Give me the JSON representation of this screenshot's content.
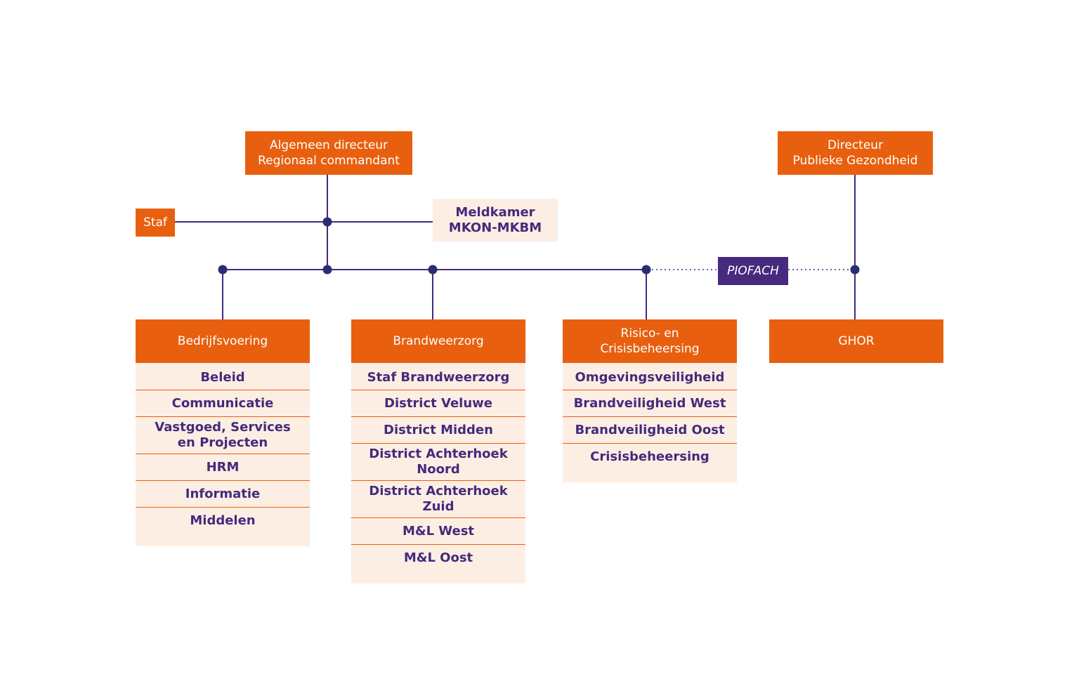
{
  "nodes": {
    "algemeen_directeur": [
      "Algemeen directeur",
      "Regionaal commandant"
    ],
    "directeur_pg": [
      "Directeur",
      "Publieke Gezondheid"
    ],
    "staf": "Staf",
    "meldkamer": [
      "Meldkamer",
      "MKON-MKBM"
    ],
    "piofach": "PIOFACH"
  },
  "departments": [
    {
      "title": [
        "Bedrijfsvoering"
      ],
      "items": [
        "Beleid",
        "Communicatie",
        "Vastgoed, Services\nen Projecten",
        "HRM",
        "Informatie",
        "Middelen"
      ]
    },
    {
      "title": [
        "Brandweerzorg"
      ],
      "items": [
        "Staf Brandweerzorg",
        "District Veluwe",
        "District Midden",
        "District Achterhoek Noord",
        "District Achterhoek Zuid",
        "M&L West",
        "M&L Oost"
      ]
    },
    {
      "title": [
        "Risico- en",
        "Crisisbeheersing"
      ],
      "items": [
        "Omgevingsveiligheid",
        "Brandveiligheid West",
        "Brandveiligheid Oost",
        "Crisisbeheersing"
      ]
    },
    {
      "title": [
        "GHOR"
      ],
      "items": []
    }
  ],
  "colors": {
    "orange": "#e8600f",
    "cream": "#fdeee4",
    "purple": "#472a7e",
    "line": "#442a7c",
    "dot": "#2b2d72"
  }
}
